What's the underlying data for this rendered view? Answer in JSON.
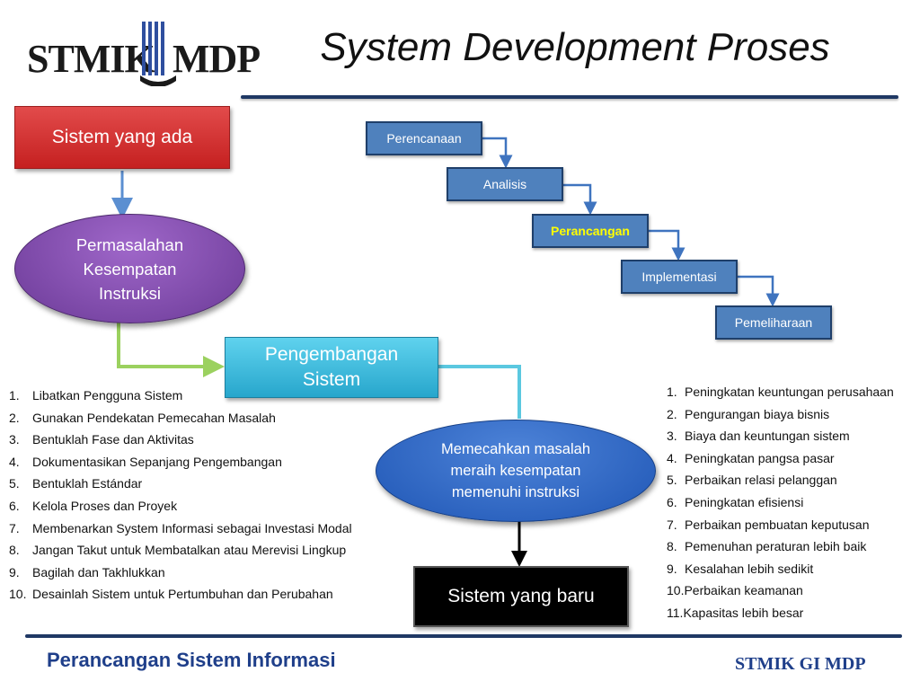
{
  "logo": {
    "left_text": "STMIK",
    "right_text": "MDP",
    "colors": {
      "emblem": "#2f4f9f",
      "text": "#1a1a1a"
    }
  },
  "title": "System Development Proses",
  "boxes": {
    "existing": "Sistem yang ada",
    "development": [
      "Pengembangan",
      "Sistem"
    ],
    "new_system": "Sistem yang baru"
  },
  "ellipses": {
    "problems": [
      "Permasalahan",
      "Kesempatan",
      "Instruksi"
    ],
    "solve": [
      "Memecahkan masalah",
      "meraih kesempatan",
      "memenuhi instruksi"
    ]
  },
  "waterfall": [
    {
      "label": "Perencanaan",
      "highlight": false
    },
    {
      "label": "Analisis",
      "highlight": false
    },
    {
      "label": "Perancangan",
      "highlight": true
    },
    {
      "label": "Implementasi",
      "highlight": false
    },
    {
      "label": "Pemeliharaan",
      "highlight": false
    }
  ],
  "principles": [
    {
      "num": "1.",
      "text": "Libatkan Pengguna Sistem"
    },
    {
      "num": "2.",
      "text": "Gunakan Pendekatan Pemecahan Masalah"
    },
    {
      "num": "3.",
      "text": "Bentuklah Fase dan Aktivitas"
    },
    {
      "num": "4.",
      "text": "Dokumentasikan Sepanjang Pengembangan"
    },
    {
      "num": "5.",
      "text": "Bentuklah Estándar"
    },
    {
      "num": "6.",
      "text": "Kelola Proses dan Proyek"
    },
    {
      "num": "7.",
      "text": "Membenarkan System Informasi sebagai Investasi Modal"
    },
    {
      "num": "8.",
      "text": "Jangan Takut untuk Membatalkan atau Merevisi Lingkup"
    },
    {
      "num": "9.",
      "text": "Bagilah dan Takhlukkan"
    },
    {
      "num": "10.",
      "text": "Desainlah Sistem untuk Pertumbuhan dan Perubahan"
    }
  ],
  "benefits": [
    {
      "num": "1.",
      "text": "Peningkatan keuntungan perusahaan"
    },
    {
      "num": "2.",
      "text": "Pengurangan biaya bisnis"
    },
    {
      "num": "3.",
      "text": "Biaya dan keuntungan sistem"
    },
    {
      "num": "4.",
      "text": "Peningkatan pangsa pasar"
    },
    {
      "num": "5.",
      "text": "Perbaikan relasi pelanggan"
    },
    {
      "num": "6.",
      "text": "Peningkatan efisiensi"
    },
    {
      "num": "7.",
      "text": "Perbaikan pembuatan keputusan"
    },
    {
      "num": "8.",
      "text": "Pemenuhan peraturan lebih baik"
    },
    {
      "num": "9.",
      "text": "Kesalahan lebih sedikit"
    },
    {
      "num": "10.",
      "text": "Perbaikan keamanan"
    },
    {
      "num": "11.",
      "text": "Kapasitas lebih besar"
    }
  ],
  "footer": {
    "left": "Perancangan Sistem Informasi",
    "right": "STMIK GI MDP"
  },
  "colors": {
    "title_rule": "#1f3864",
    "step_fill": "#4f81bd",
    "step_highlight_text": "#ffff00",
    "arrow_blue": "#5b8fd1",
    "arrow_green": "#9bd15f",
    "arrow_teal": "#5bc8e0",
    "arrow_black": "#000000"
  }
}
